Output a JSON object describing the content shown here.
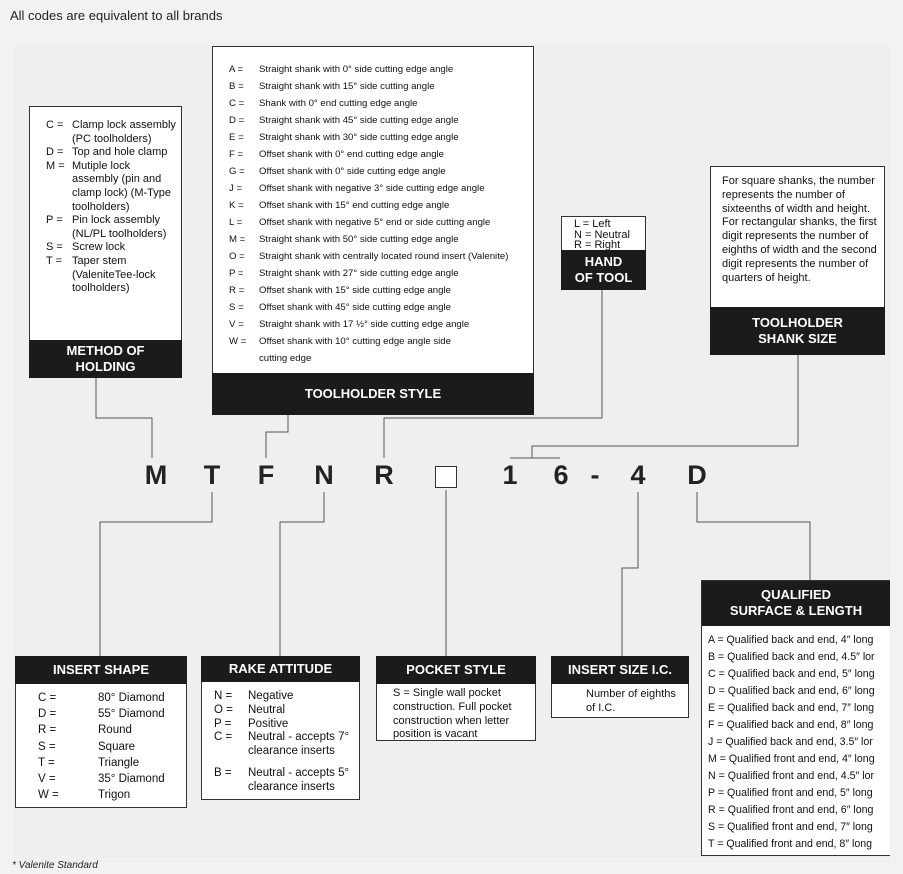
{
  "heading": "All codes are equivalent to all brands",
  "footnote": "* Valenite Standard",
  "code_letters": [
    "M",
    "T",
    "F",
    "N",
    "R",
    "1",
    "6",
    "-",
    "4",
    "D"
  ],
  "method_of_holding": {
    "title_lines": [
      "METHOD OF",
      "HOLDING"
    ],
    "items": [
      {
        "k": "C =",
        "v": "Clamp lock assembly (PC toolholders)"
      },
      {
        "k": "D =",
        "v": "Top and hole clamp"
      },
      {
        "k": "M =",
        "v": "Mutiple lock assembly (pin and clamp lock) (M-Type toolholders)"
      },
      {
        "k": "P =",
        "v": "Pin lock assembly (NL/PL toolholders)"
      },
      {
        "k": "S =",
        "v": "Screw lock"
      },
      {
        "k": "T =",
        "v": "Taper stem (ValeniteTee-lock toolholders)"
      }
    ]
  },
  "toolholder_style": {
    "title": "TOOLHOLDER STYLE",
    "items": [
      {
        "k": "A =",
        "v": "Straight shank with 0° side cutting edge angle"
      },
      {
        "k": "B =",
        "v": "Straight shank with 15° side cutting angle"
      },
      {
        "k": "C =",
        "v": "Shank with 0° end cutting edge angle"
      },
      {
        "k": "D =",
        "v": "Straight shank with 45° side cutting edge angle"
      },
      {
        "k": "E =",
        "v": "Straight shank with 30° side cutting edge angle"
      },
      {
        "k": "F =",
        "v": "Offset shank with 0° end cutting edge angle"
      },
      {
        "k": "G =",
        "v": "Offset shank with 0° side cutting edge angle"
      },
      {
        "k": "J =",
        "v": "Offset shank with negative 3° side cutting edge angle"
      },
      {
        "k": "K =",
        "v": "Offset shank with 15° end cutting edge angle"
      },
      {
        "k": "L =",
        "v": "Offset shank with negative 5° end or side cutting angle"
      },
      {
        "k": "M =",
        "v": "Straight shank with 50° side cutting edge angle"
      },
      {
        "k": "O =",
        "v": "Straight shank with centrally located round insert (Valenite)"
      },
      {
        "k": "P =",
        "v": "Straight shank with 27° side cutting edge angle"
      },
      {
        "k": "R =",
        "v": "Offset shank with 15° side cutting edge angle"
      },
      {
        "k": "S =",
        "v": "Offset shank with 45° side cutting edge angle"
      },
      {
        "k": "V =",
        "v": "Straight shank with 17 ½° side cutting edge angle"
      },
      {
        "k": "W =",
        "v": "Offset shank with 10° cutting edge angle side cutting edge"
      }
    ]
  },
  "hand_of_tool": {
    "title_lines": [
      "HAND",
      "OF TOOL"
    ],
    "items": [
      "L = Left",
      "N = Neutral",
      "R = Right"
    ]
  },
  "shank_size": {
    "title_lines": [
      "TOOLHOLDER",
      "SHANK SIZE"
    ],
    "text": "For square shanks, the number represents the number of sixteenths of width and height. For rectangular shanks, the first digit represents the number of eighths of width and the second digit represents the number of quarters of height."
  },
  "insert_shape": {
    "title": "INSERT SHAPE",
    "items": [
      {
        "k": "C =",
        "v": "80° Diamond"
      },
      {
        "k": "D =",
        "v": "55° Diamond"
      },
      {
        "k": "R =",
        "v": "Round"
      },
      {
        "k": "S =",
        "v": "Square"
      },
      {
        "k": "T =",
        "v": "Triangle"
      },
      {
        "k": "V =",
        "v": "35° Diamond"
      },
      {
        "k": "W =",
        "v": "Trigon"
      }
    ]
  },
  "rake_attitude": {
    "title": "RAKE ATTITUDE",
    "items": [
      {
        "k": "N =",
        "v": "Negative"
      },
      {
        "k": "O =",
        "v": "Neutral"
      },
      {
        "k": "P =",
        "v": "Positive"
      },
      {
        "k": "C =",
        "v": "Neutral - accepts 7° clearance inserts"
      },
      {
        "k": "B =",
        "v": "Neutral - accepts 5° clearance inserts"
      }
    ]
  },
  "pocket_style": {
    "title": "POCKET STYLE",
    "text": "S = Single wall pocket construction. Full pocket construction when letter position is vacant"
  },
  "insert_size": {
    "title": "INSERT SIZE I.C.",
    "text": "Number of eighths of I.C."
  },
  "qualified_surface": {
    "title_lines": [
      "QUALIFIED",
      "SURFACE & LENGTH"
    ],
    "items": [
      "A = Qualified back and end, 4″ long",
      "B = Qualified back and end, 4.5″ lor",
      "C = Qualified back and end, 5″ long",
      "D = Qualified back and end, 6″ long",
      "E = Qualified back and end, 7″ long",
      "F = Qualified back and end, 8″ long",
      "J = Qualified back and end, 3.5″ lor",
      "M = Qualified front and end, 4″ long",
      "N = Qualified front and end, 4.5″ lor",
      "P = Qualified front and end, 5″ long",
      "R = Qualified front and end, 6″ long",
      "S = Qualified front and end, 7″ long",
      "T = Qualified front and end, 8″ long"
    ]
  }
}
